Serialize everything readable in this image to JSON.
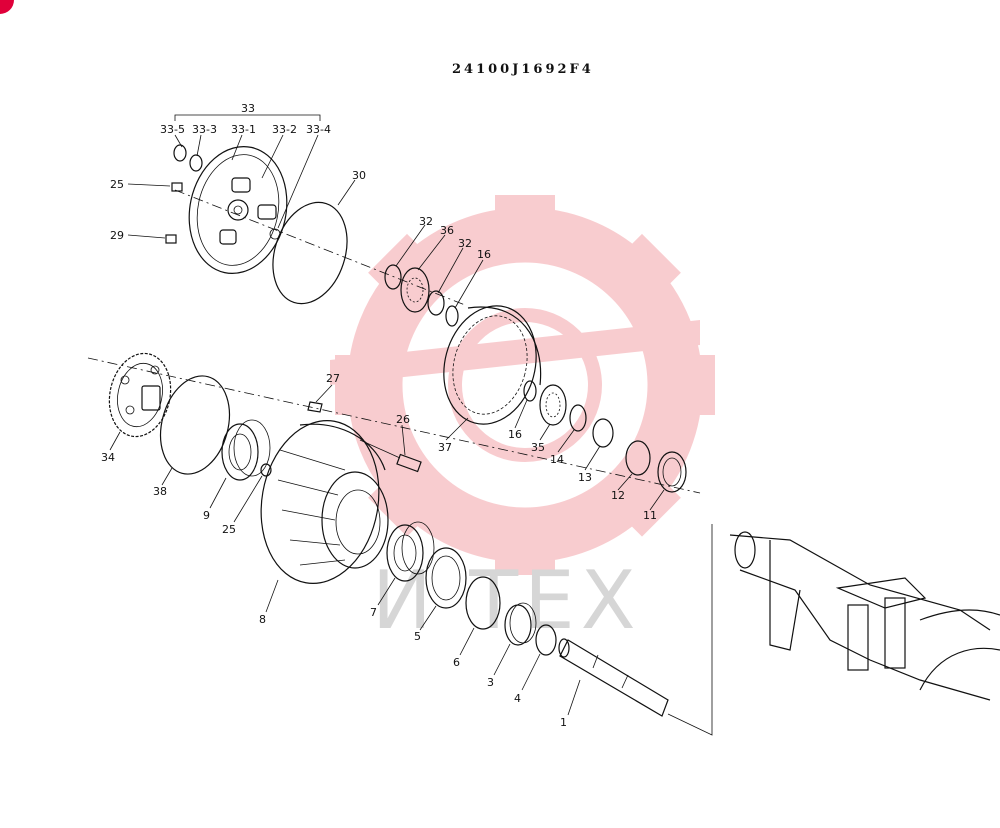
{
  "drawing_code": "24100J1692F4",
  "watermark_text": "И ТЕХ",
  "colors": {
    "watermark": "#f4a3a8",
    "corner_mark": "#e0003a",
    "ink": "#111111"
  },
  "callouts": {
    "group": "33",
    "c33_5": "33-5",
    "c33_3": "33-3",
    "c33_1": "33-1",
    "c33_2": "33-2",
    "c33_4": "33-4",
    "c25a": "25",
    "c29": "29",
    "c30": "30",
    "c32a": "32",
    "c36": "36",
    "c32b": "32",
    "c16a": "16",
    "c27": "27",
    "c26": "26",
    "c34": "34",
    "c38": "38",
    "c9": "9",
    "c25b": "25",
    "c8": "8",
    "c37": "37",
    "c16b": "16",
    "c35": "35",
    "c14": "14",
    "c13": "13",
    "c12": "12",
    "c11": "11",
    "c7": "7",
    "c5": "5",
    "c6": "6",
    "c3": "3",
    "c4": "4",
    "c1": "1"
  }
}
